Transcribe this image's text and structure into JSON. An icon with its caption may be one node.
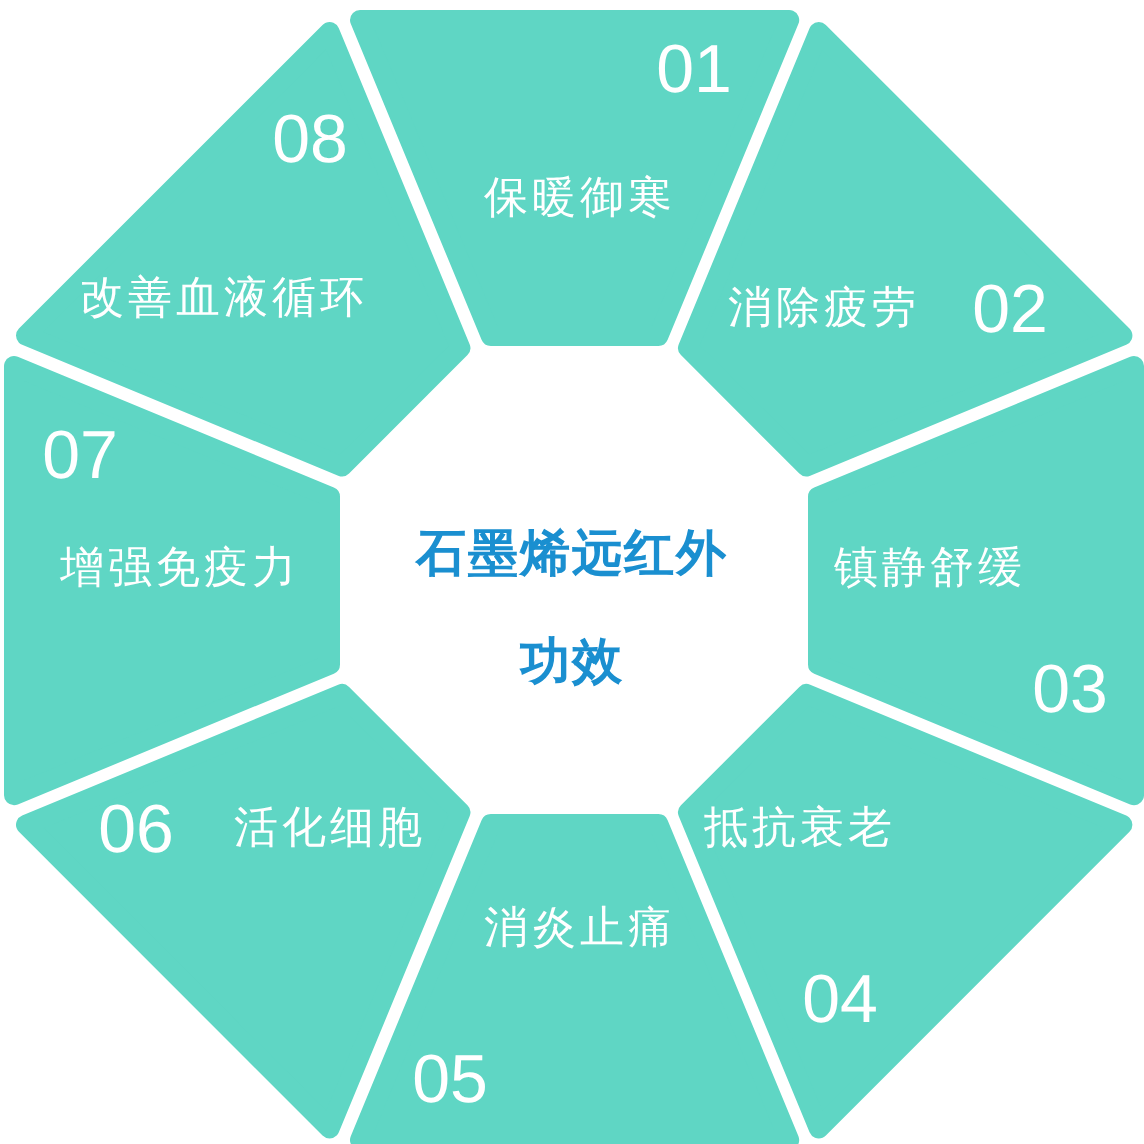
{
  "diagram": {
    "title": "石墨烯远红外功效",
    "nodes": [
      {
        "text": [
          "01",
          "保暖御寒"
        ]
      },
      {
        "text": [
          "消除疲劳",
          "02"
        ]
      },
      {
        "text": [
          "镇静舒缓",
          "03"
        ]
      },
      {
        "text": [
          "抵抗衰老",
          "04"
        ]
      },
      {
        "text": [
          "消炎止痛",
          "05"
        ]
      },
      {
        "text": [
          "06",
          "活化细胞"
        ]
      },
      {
        "text": [
          "07",
          "增强免疫力"
        ]
      },
      {
        "text": [
          "08",
          "改善血液循环"
        ]
      }
    ]
  }
}
